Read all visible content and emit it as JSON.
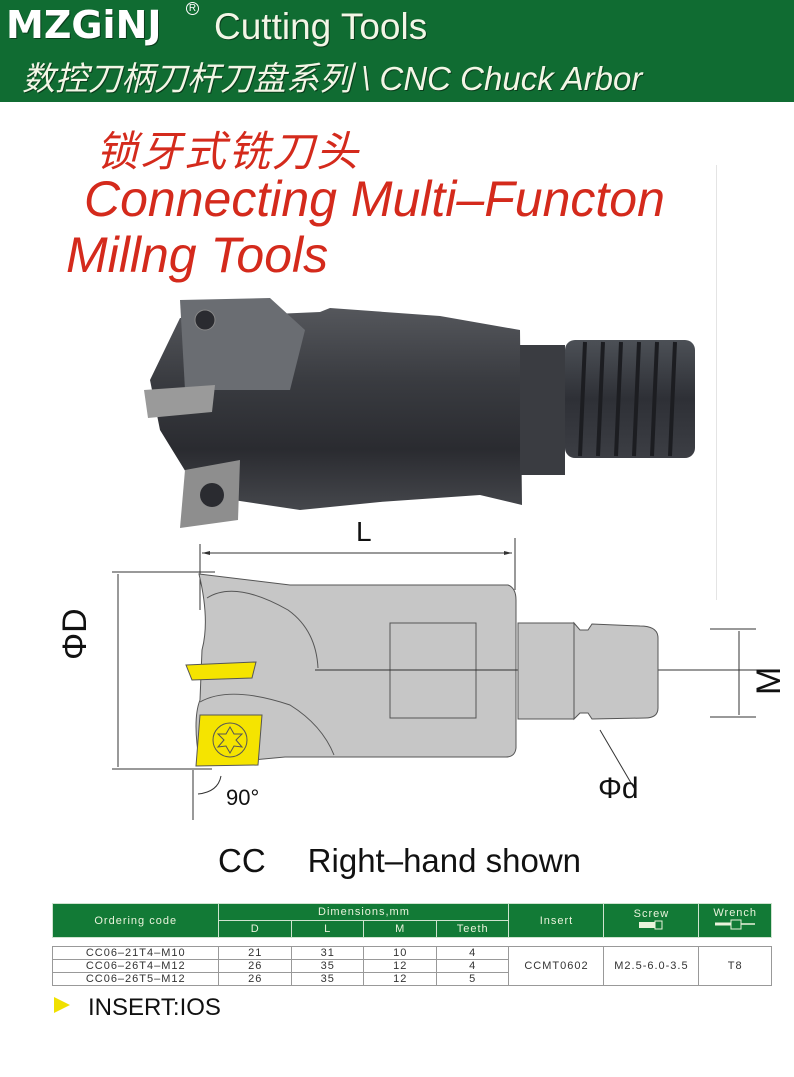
{
  "header": {
    "brand": "MZGiNJ",
    "registered_mark": "R",
    "tagline": "Cutting Tools",
    "series": "数控刀柄刀杆刀盘系列 \\ CNC Chuck Arbor",
    "background_color": "#106c32"
  },
  "title": {
    "chinese": "锁牙式铣刀头",
    "english_line1": "Connecting Multi–Functon",
    "english_line2": "Millng Tools",
    "color": "#d42a1c"
  },
  "drawing": {
    "label_L": "L",
    "label_D": "ΦD",
    "label_M": "M",
    "label_d": "Φd",
    "label_angle": "90°",
    "insert_color": "#f5e400",
    "body_color": "#c6c6c6"
  },
  "caption": {
    "code": "CC",
    "text": "Right–hand shown"
  },
  "table": {
    "headers": {
      "ordering_code": "Ordering code",
      "dimensions": "Dimensions,mm",
      "D": "D",
      "L": "L",
      "M": "M",
      "teeth": "Teeth",
      "insert": "Insert",
      "screw": "Screw",
      "wrench": "Wrench"
    },
    "rows": [
      {
        "code": "CC06–21T4–M10",
        "D": "21",
        "L": "31",
        "M": "10",
        "teeth": "4"
      },
      {
        "code": "CC06–26T4–M12",
        "D": "26",
        "L": "35",
        "M": "12",
        "teeth": "4"
      },
      {
        "code": "CC06–26T5–M12",
        "D": "26",
        "L": "35",
        "M": "12",
        "teeth": "5"
      }
    ],
    "insert": "CCMT0602",
    "screw": "M2.5-6.0-3.5",
    "wrench": "T8"
  },
  "footer": {
    "insert_note": "INSERT:IOS"
  }
}
